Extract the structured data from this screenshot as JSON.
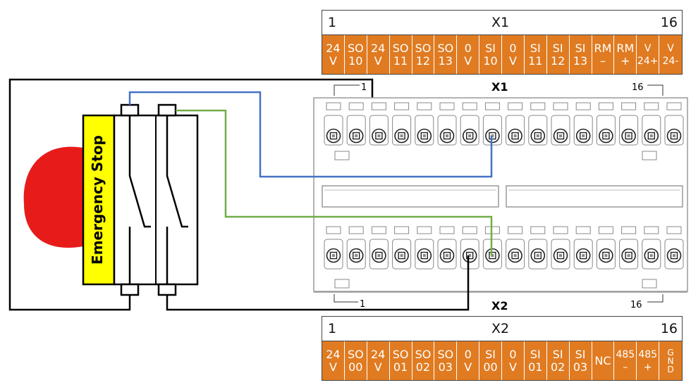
{
  "x1_table": {
    "name": "X1",
    "first": "1",
    "last": "16",
    "cells": [
      [
        "24",
        "V"
      ],
      [
        "SO",
        "10"
      ],
      [
        "24",
        "V"
      ],
      [
        "SO",
        "11"
      ],
      [
        "SO",
        "12"
      ],
      [
        "SO",
        "13"
      ],
      [
        "0",
        "V"
      ],
      [
        "SI",
        "10"
      ],
      [
        "0",
        "V"
      ],
      [
        "SI",
        "11"
      ],
      [
        "SI",
        "12"
      ],
      [
        "SI",
        "13"
      ],
      [
        "RM",
        "–"
      ],
      [
        "RM",
        "+"
      ],
      [
        "V",
        "24+"
      ],
      [
        "V",
        "24-"
      ]
    ]
  },
  "x2_table": {
    "name": "X2",
    "first": "1",
    "last": "16",
    "cells": [
      [
        "24",
        "V"
      ],
      [
        "SO",
        "00"
      ],
      [
        "24",
        "V"
      ],
      [
        "SO",
        "01"
      ],
      [
        "SO",
        "02"
      ],
      [
        "SO",
        "03"
      ],
      [
        "0",
        "V"
      ],
      [
        "SI",
        "00"
      ],
      [
        "0",
        "V"
      ],
      [
        "SI",
        "01"
      ],
      [
        "SI",
        "02"
      ],
      [
        "SI",
        "03"
      ],
      [
        "NC"
      ],
      [
        "485",
        "–"
      ],
      [
        "485",
        "+"
      ],
      [
        "G",
        "N",
        "D"
      ]
    ]
  },
  "connector": {
    "x1_label": "X1",
    "x2_label": "X2",
    "x1_first": "1",
    "x1_last": "16",
    "x2_first": "1",
    "x2_last": "16"
  },
  "estop": {
    "label": "Emergency Stop"
  },
  "colors": {
    "orange": "#e07b21",
    "blue": "#4472c4",
    "green": "#70ad47",
    "button_red": "#e81b1b",
    "label_yellow": "#ffff00"
  }
}
